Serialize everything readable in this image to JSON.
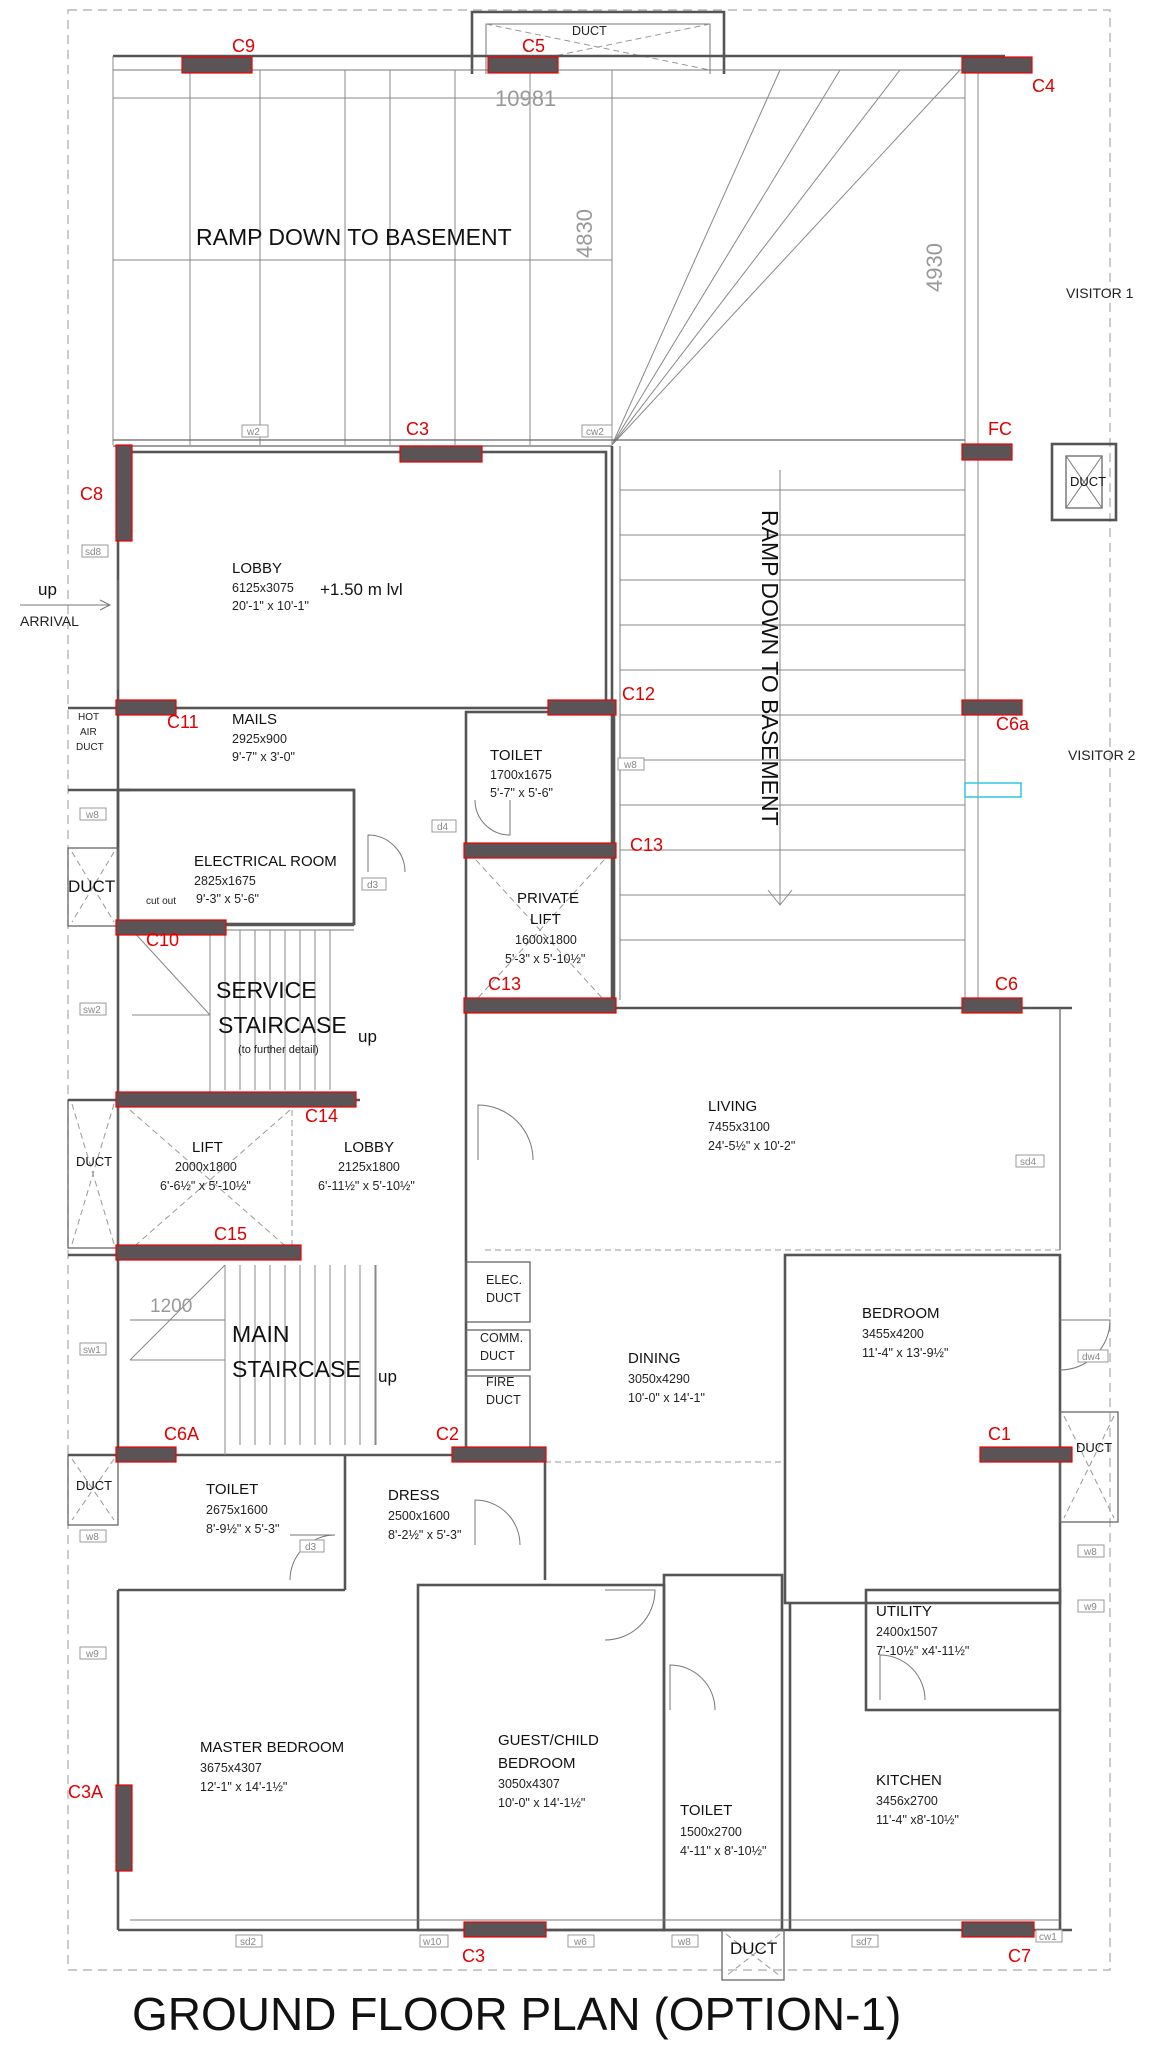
{
  "title": "GROUND FLOOR PLAN (OPTION-1)",
  "ramp_labels": {
    "top": "RAMP DOWN TO BASEMENT",
    "side": "RAMP DOWN TO BASEMENT"
  },
  "dimensions": {
    "width": "10981",
    "left_height": "4830",
    "right_height": "4930",
    "stair_width": "1200"
  },
  "level_note": "+1.50 m lvl",
  "arrival": {
    "up": "up",
    "label": "ARRIVAL"
  },
  "visitor_labels": [
    "VISITOR 1",
    "VISITOR 2"
  ],
  "hot_air_duct": [
    "HOT",
    "AIR",
    "DUCT"
  ],
  "cut_out": "cut out",
  "up_labels": [
    "up",
    "up"
  ],
  "service_stair": {
    "line1": "SERVICE",
    "line2": "STAIRCASE",
    "note": "(to further detail)"
  },
  "main_stair": {
    "line1": "MAIN",
    "line2": "STAIRCASE"
  },
  "private_lift": {
    "line1": "PRIVATE",
    "line2": "LIFT",
    "size": "1600x1800",
    "imperial": "5'-3\" x 5'-10½\""
  },
  "small_ducts": {
    "elec1": "ELEC.",
    "elec2": "DUCT",
    "comm1": "COMM.",
    "comm2": "DUCT",
    "fire1": "FIRE",
    "fire2": "DUCT"
  },
  "guest_bedroom": {
    "line1": "GUEST/CHILD",
    "line2": "BEDROOM",
    "size": "3050x4307",
    "imperial": "10'-0\" x 14'-1½\""
  },
  "rooms": [
    {
      "name": "LOBBY",
      "size": "6125x3075",
      "imperial": "20'-1\" x 10'-1\""
    },
    {
      "name": "MAILS",
      "size": "2925x900",
      "imperial": "9'-7\" x 3'-0\""
    },
    {
      "name": "TOILET",
      "size": "1700x1675",
      "imperial": "5'-7\" x 5'-6\""
    },
    {
      "name": "ELECTRICAL ROOM",
      "size": "2825x1675",
      "imperial": "9'-3\" x 5'-6\""
    },
    {
      "name": "LIVING",
      "size": "7455x3100",
      "imperial": "24'-5½\" x 10'-2\""
    },
    {
      "name": "LIFT",
      "size": "2000x1800",
      "imperial": "6'-6½\" x 5'-10½\""
    },
    {
      "name": "LOBBY",
      "size": "2125x1800",
      "imperial": "6'-11½\" x 5'-10½\""
    },
    {
      "name": "BEDROOM",
      "size": "3455x4200",
      "imperial": "11'-4\" x 13'-9½\""
    },
    {
      "name": "DINING",
      "size": "3050x4290",
      "imperial": "10'-0\" x 14'-1\""
    },
    {
      "name": "TOILET",
      "size": "2675x1600",
      "imperial": "8'-9½\" x 5'-3\""
    },
    {
      "name": "DRESS",
      "size": "2500x1600",
      "imperial": "8'-2½\" x 5'-3\""
    },
    {
      "name": "UTILITY",
      "size": "2400x1507",
      "imperial": "7'-10½\" x4'-11½\""
    },
    {
      "name": "MASTER BEDROOM",
      "size": "3675x4307",
      "imperial": "12'-1\" x 14'-1½\""
    },
    {
      "name": "TOILET",
      "size": "1500x2700",
      "imperial": "4'-11\" x 8'-10½\""
    },
    {
      "name": "KITCHEN",
      "size": "3456x2700",
      "imperial": "11'-4\" x8'-10½\""
    }
  ],
  "ducts": [
    "DUCT",
    "DUCT",
    "DUCT",
    "DUCT",
    "DUCT",
    "DUCT",
    "DUCT"
  ],
  "columns": [
    "C9",
    "C5",
    "C4",
    "C3",
    "FC",
    "C8",
    "C11",
    "C12",
    "C6a",
    "C13",
    "C10",
    "C13",
    "C6",
    "C14",
    "C15",
    "C6A",
    "C2",
    "C1",
    "C3A",
    "C3",
    "C7"
  ],
  "tags": [
    "w2",
    "cw2",
    "sd8",
    "w8",
    "w8",
    "d4",
    "d3",
    "sw2",
    "sd4",
    "sw1",
    "dw4",
    "w8",
    "d3",
    "w8",
    "w9",
    "w9",
    "sd2",
    "w10",
    "w6",
    "w8",
    "sd7",
    "cw1"
  ]
}
